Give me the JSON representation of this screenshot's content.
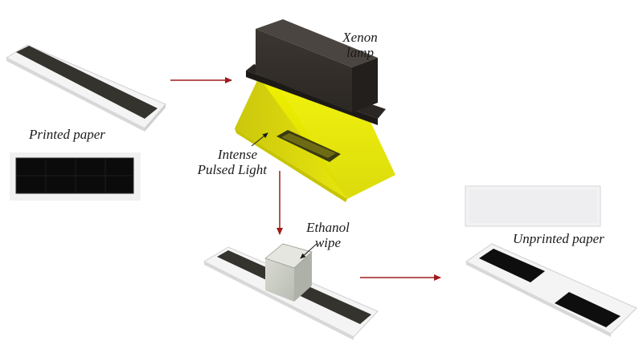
{
  "labels": {
    "printed_paper": "Printed paper",
    "xenon_line1": "Xenon",
    "xenon_line2": "lamp",
    "ipl_line1": "Intense",
    "ipl_line2": "Pulsed Light",
    "ethanol_line1": "Ethanol",
    "ethanol_line2": "wipe",
    "unprinted_paper": "Unprinted paper"
  },
  "colors": {
    "arrow": "#a01c1c",
    "ink": "#2f2e2a",
    "lamp_body": "#34302b",
    "lamp_glow": "#e6e600",
    "wipe": "#d4d6cf"
  }
}
